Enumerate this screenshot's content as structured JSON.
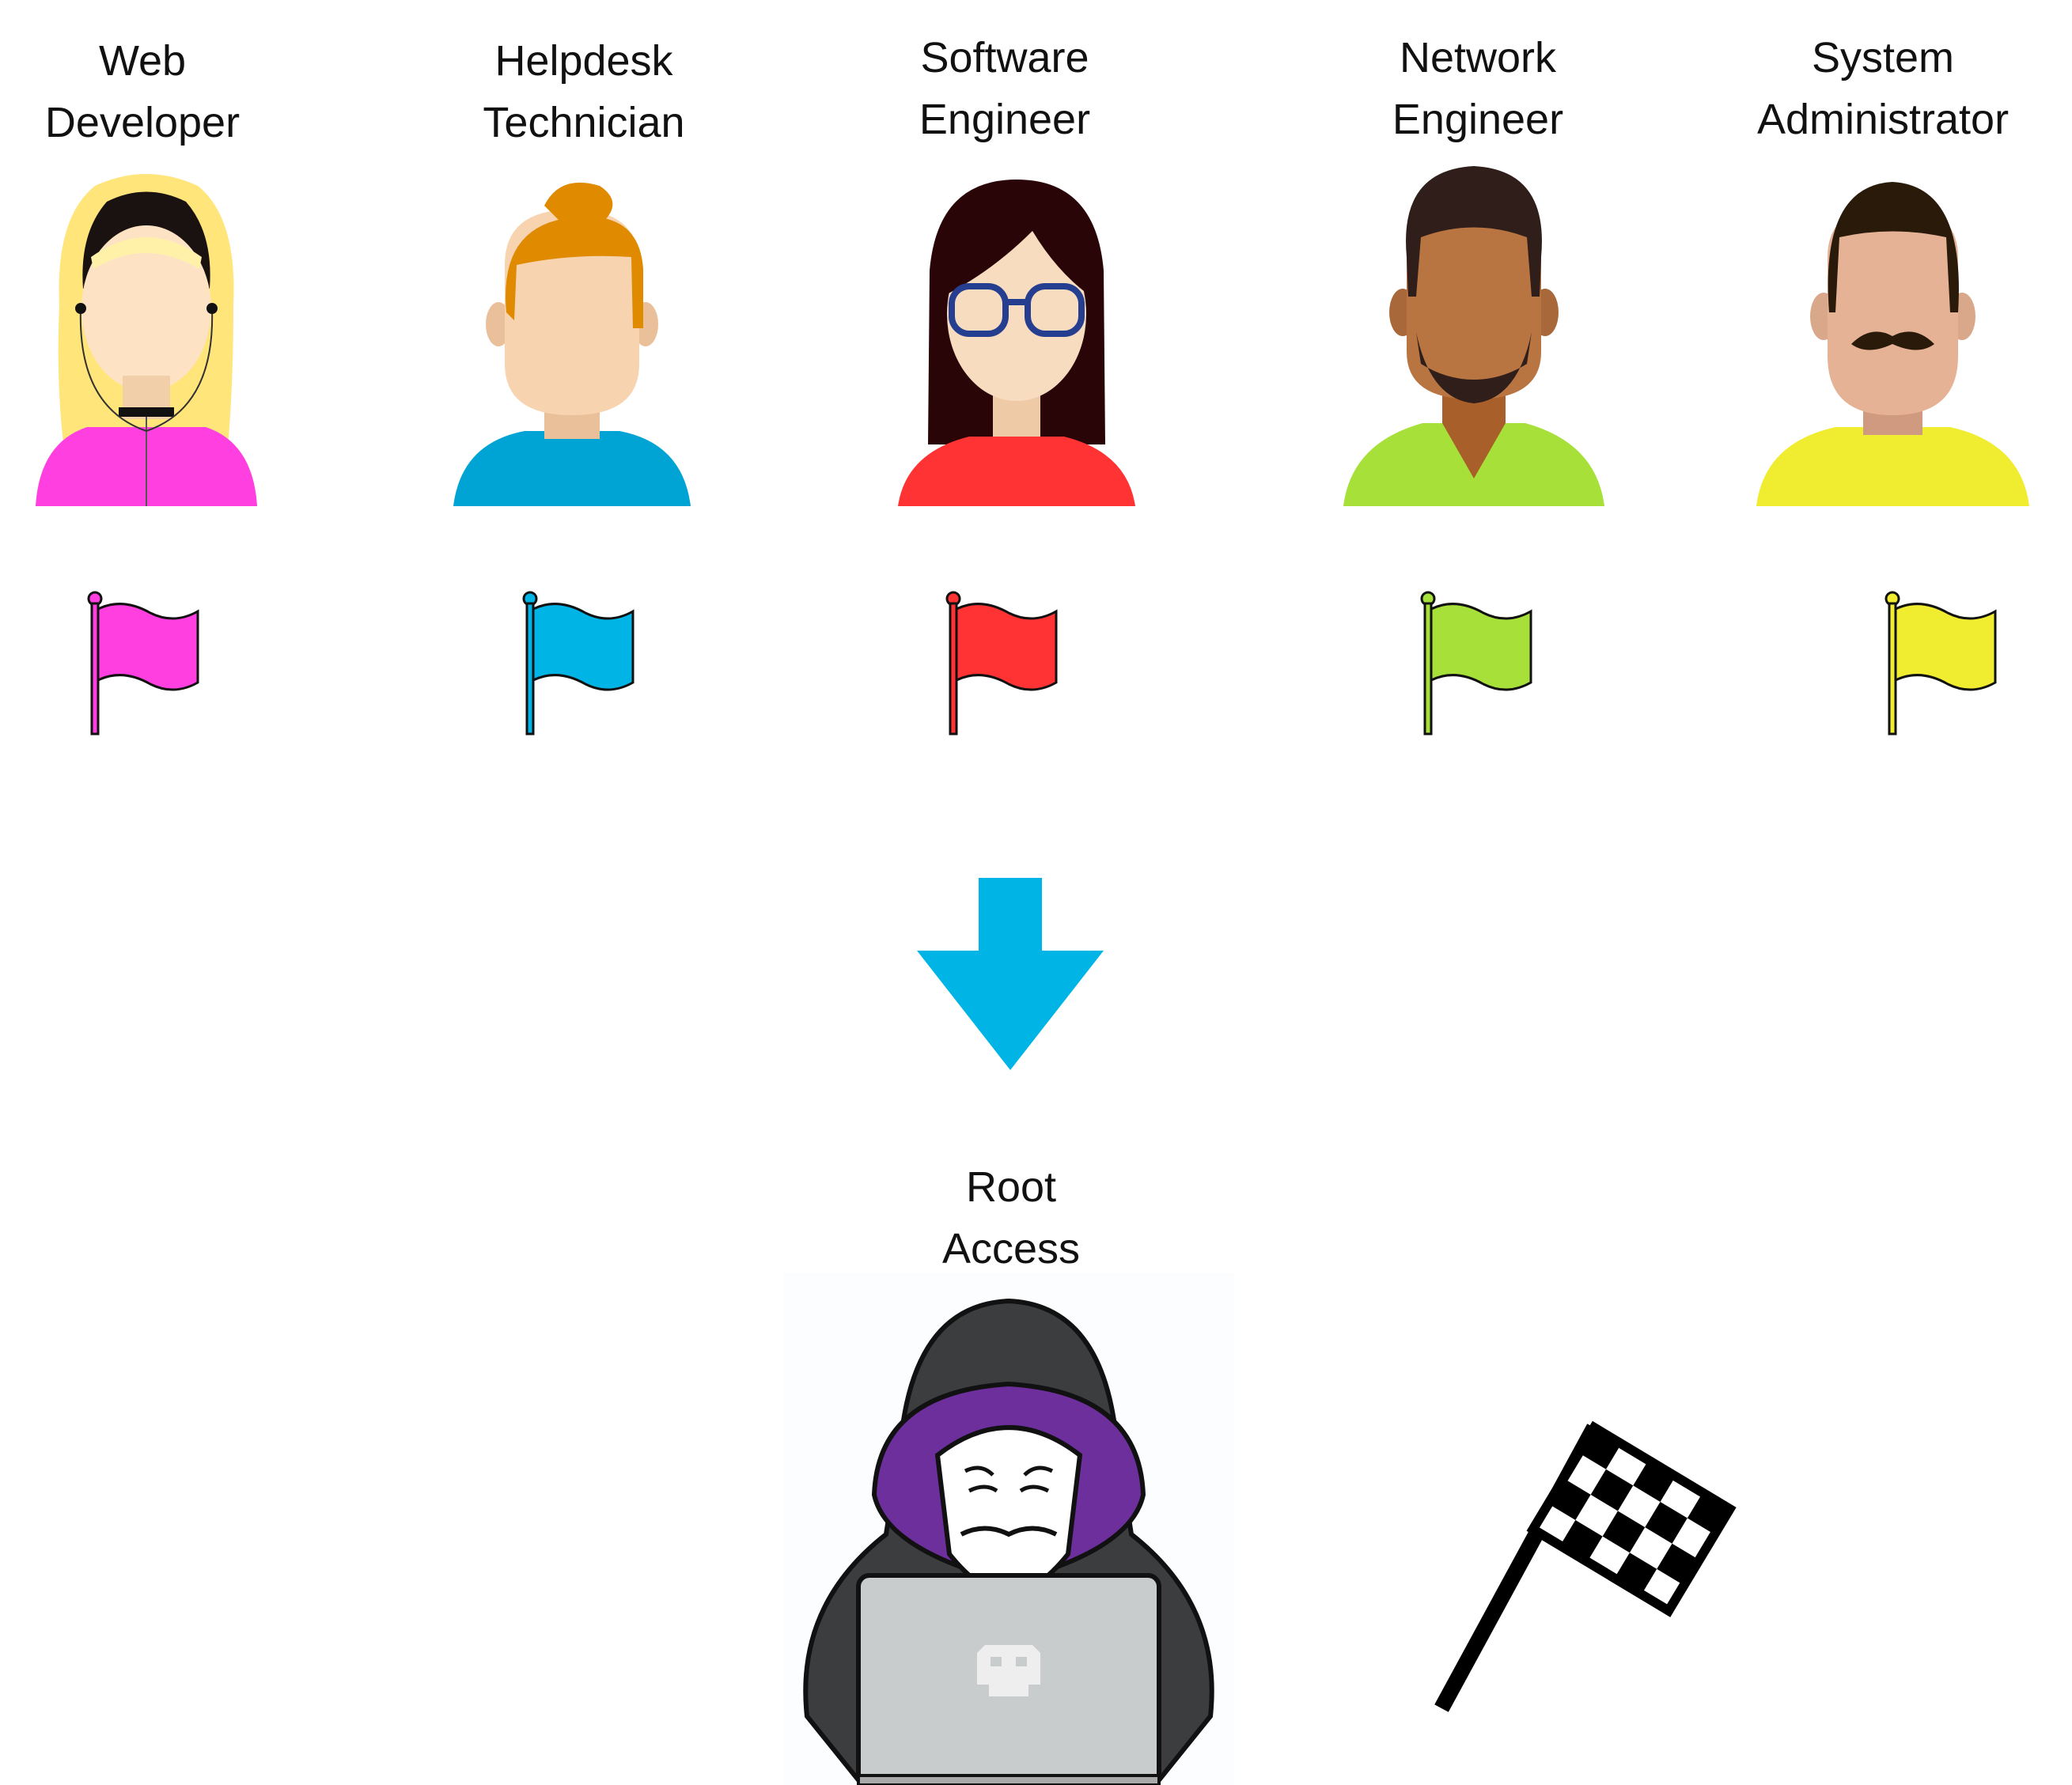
{
  "roles": [
    {
      "title_line1": "Web",
      "title_line2": "Developer",
      "avatar_icon": "woman-headphones-avatar-icon",
      "flag_icon": "magenta-flag-icon",
      "color": "#ff3fe0"
    },
    {
      "title_line1": "Helpdesk",
      "title_line2": "Technician",
      "avatar_icon": "man-orange-hair-avatar-icon",
      "flag_icon": "blue-flag-icon",
      "color": "#00b4e6"
    },
    {
      "title_line1": "Software",
      "title_line2": "Engineer",
      "avatar_icon": "woman-glasses-avatar-icon",
      "flag_icon": "red-flag-icon",
      "color": "#ff3333"
    },
    {
      "title_line1": "Network",
      "title_line2": "Engineer",
      "avatar_icon": "man-beard-avatar-icon",
      "flag_icon": "green-flag-icon",
      "color": "#a8e03a"
    },
    {
      "title_line1": "System",
      "title_line2": "Administrator",
      "avatar_icon": "man-mustache-avatar-icon",
      "flag_icon": "yellow-flag-icon",
      "color": "#f0ec30"
    }
  ],
  "arrow": {
    "icon": "arrow-down-icon",
    "color": "#00b4e6"
  },
  "target": {
    "title_line1": "Root",
    "title_line2": "Access",
    "hacker_icon": "hooded-hacker-laptop-icon",
    "finish_icon": "checkered-flag-icon"
  }
}
